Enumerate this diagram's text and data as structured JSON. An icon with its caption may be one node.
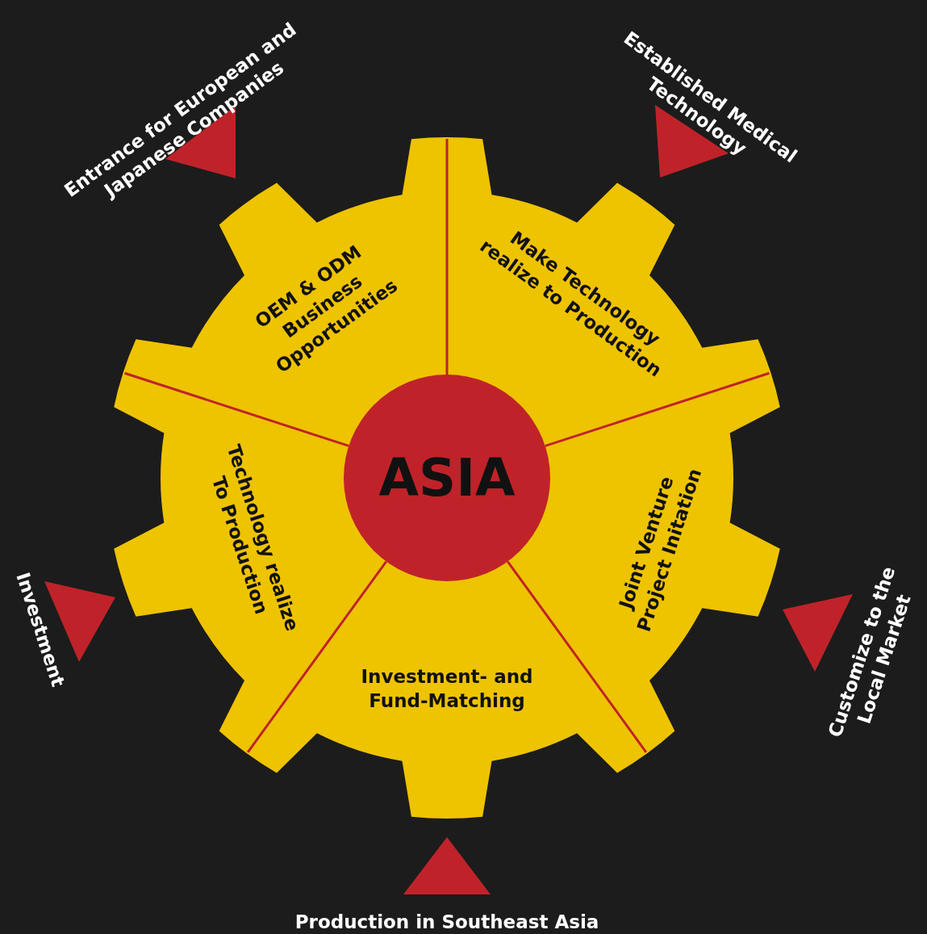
{
  "diagram": {
    "nodes": [
      {
        "text": [],
        "shape": "gear"
      },
      {
        "text": [
          "Make Technology realize to Production"
        ],
        "in": 0
      },
      {
        "text": [
          "Joint Venture Project Initation"
        ],
        "in": 0
      },
      {
        "text": [
          "Investment- and Fund-Matching"
        ],
        "in": 0
      },
      {
        "text": [
          "Technology realize To Production"
        ],
        "in": 0
      },
      {
        "text": [
          "OEM & ODM Business Opportunities"
        ],
        "in": 0
      },
      {
        "text": [
          "ASIA"
        ],
        "in": 0
      },
      {
        "text": [],
        "shape": "triangle",
        "beside": [
          "Entrance for European and Japanese Companies"
        ]
      },
      {
        "text": [],
        "shape": "triangle",
        "beside": [
          "Established Medical Technology"
        ]
      },
      {
        "text": [],
        "shape": "triangle",
        "beside": [
          "Investment"
        ]
      },
      {
        "text": [],
        "shape": "triangle",
        "beside": [
          "Customize to the Local Market"
        ]
      },
      {
        "text": [],
        "shape": "triangle",
        "beside": [
          "Production in Southeast Asia"
        ]
      }
    ],
    "edges": []
  }
}
